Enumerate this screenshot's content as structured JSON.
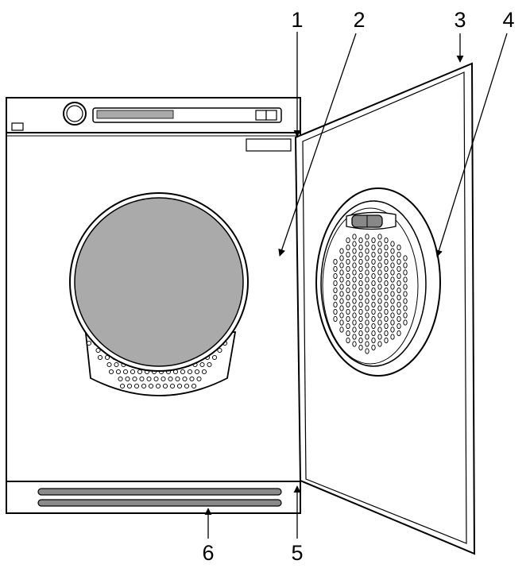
{
  "callouts": [
    {
      "id": "1",
      "label": "1"
    },
    {
      "id": "2",
      "label": "2"
    },
    {
      "id": "3",
      "label": "3"
    },
    {
      "id": "4",
      "label": "4"
    },
    {
      "id": "5",
      "label": "5"
    },
    {
      "id": "6",
      "label": "6"
    }
  ],
  "colors": {
    "line": "#000000",
    "drum": "#aaaaaa",
    "panel": "#ffffff",
    "slot": "#8a8a8a",
    "handle": "#888888"
  }
}
